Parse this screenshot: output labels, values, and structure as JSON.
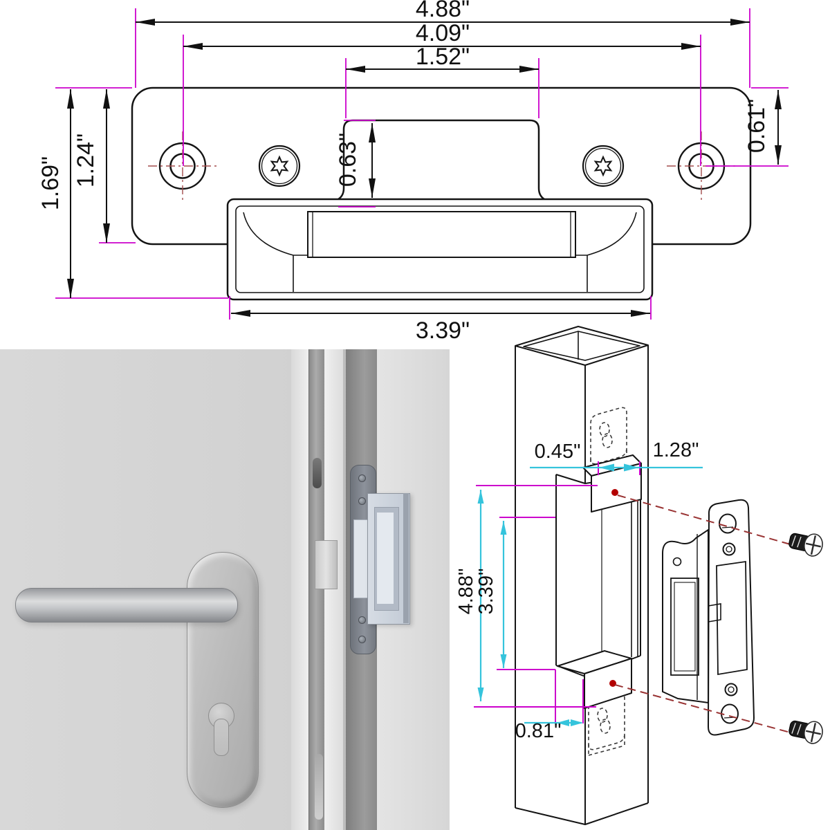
{
  "top_view": {
    "dim_overall_width": "4.88\"",
    "dim_hole_spacing": "4.09\"",
    "dim_center_opening_width": "1.52\"",
    "dim_overall_height": "1.69\"",
    "dim_faceplate_height": "1.24\"",
    "dim_lip_height": "0.63\"",
    "dim_hole_to_top": "0.61\"",
    "dim_body_width": "3.39\""
  },
  "install_view": {
    "dim_jamb_inset": "0.45\"",
    "dim_cutout_width": "1.28\"",
    "dim_cutout_total_height": "4.88\"",
    "dim_cutout_opening_height": "3.39\"",
    "dim_corner_offset": "0.81\""
  },
  "colors": {
    "line_art": "#141414",
    "extension_magenta": "#cc00cc",
    "dimension_cyan": "#35c4dc",
    "centerline_red": "#a34d4d",
    "alignment_dash_red": "#993333",
    "screw_dot_red": "#b30000",
    "door_grey": "#d2d2d2",
    "strike_blue_grey": "#c9d1db"
  }
}
